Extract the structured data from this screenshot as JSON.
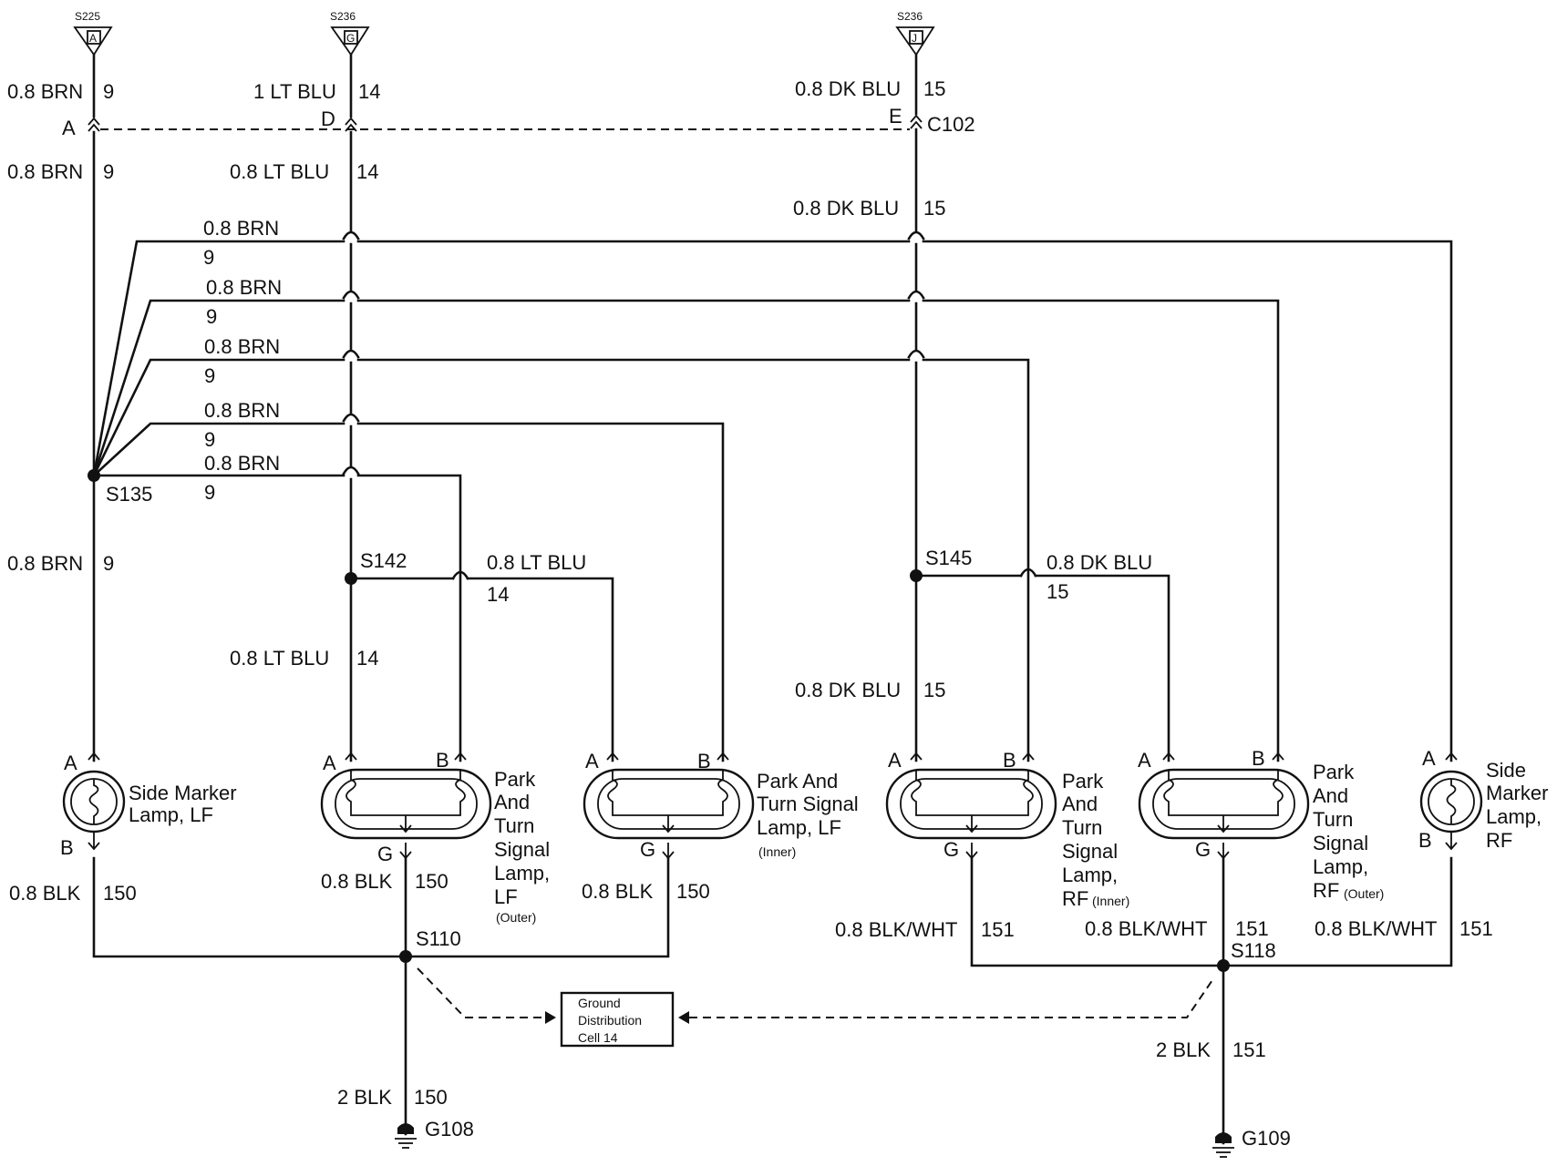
{
  "connectors": {
    "s225": {
      "name": "S225",
      "pin": "A"
    },
    "s236_g": {
      "name": "S236",
      "pin": "G"
    },
    "s236_j": {
      "name": "S236",
      "pin": "J"
    },
    "c102": "C102",
    "c102_pins": {
      "a": "A",
      "d": "D",
      "e": "E"
    }
  },
  "wires": {
    "brn_top": {
      "gauge": "0.8 BRN",
      "circuit": "9"
    },
    "brn_mid": {
      "gauge": "0.8 BRN",
      "circuit": "9"
    },
    "ltblu_top": {
      "gauge": "1 LT BLU",
      "circuit": "14"
    },
    "ltblu_mid": {
      "gauge": "0.8 LT BLU",
      "circuit": "14"
    },
    "dkblu_top": {
      "gauge": "0.8 DK BLU",
      "circuit": "15"
    },
    "dkblu_mid": {
      "gauge": "0.8 DK BLU",
      "circuit": "15"
    },
    "brn_run1": {
      "gauge": "0.8 BRN",
      "circuit": "9"
    },
    "brn_run2": {
      "gauge": "0.8 BRN",
      "circuit": "9"
    },
    "brn_run3": {
      "gauge": "0.8 BRN",
      "circuit": "9"
    },
    "brn_run4": {
      "gauge": "0.8 BRN",
      "circuit": "9"
    },
    "brn_run5": {
      "gauge": "0.8 BRN",
      "circuit": "9"
    },
    "brn_low": {
      "gauge": "0.8 BRN",
      "circuit": "9"
    },
    "ltblu_branch": {
      "gauge": "0.8 LT BLU",
      "circuit": "14"
    },
    "ltblu_low": {
      "gauge": "0.8 LT BLU",
      "circuit": "14"
    },
    "dkblu_branch": {
      "gauge": "0.8 DK BLU",
      "circuit": "15"
    },
    "dkblu_low": {
      "gauge": "0.8 DK BLU",
      "circuit": "15"
    },
    "blk_side_lf": {
      "gauge": "0.8 BLK",
      "circuit": "150"
    },
    "blk_outer_lf": {
      "gauge": "0.8 BLK",
      "circuit": "150"
    },
    "blk_inner_lf": {
      "gauge": "0.8 BLK",
      "circuit": "150"
    },
    "blk_g108": {
      "gauge": "2 BLK",
      "circuit": "150"
    },
    "blkwht_inner_rf": {
      "gauge": "0.8 BLK/WHT",
      "circuit": "151"
    },
    "blkwht_outer_rf": {
      "gauge": "0.8 BLK/WHT",
      "circuit": "151"
    },
    "blkwht_side_rf": {
      "gauge": "0.8 BLK/WHT",
      "circuit": "151"
    },
    "blk_g109": {
      "gauge": "2 BLK",
      "circuit": "151"
    }
  },
  "splices": {
    "s135": "S135",
    "s142": "S142",
    "s145": "S145",
    "s110": "S110",
    "s118": "S118"
  },
  "grounds": {
    "g108": "G108",
    "g109": "G109"
  },
  "ground_cell": {
    "line1": "Ground",
    "line2": "Distribution",
    "line3": "Cell 14"
  },
  "pins": {
    "a": "A",
    "b": "B",
    "g": "G"
  },
  "components": {
    "side_marker_lf": {
      "lines": [
        "Side Marker",
        "Lamp, LF"
      ]
    },
    "park_turn_lf_outer": {
      "lines": [
        "Park",
        "And",
        "Turn",
        "Signal",
        "Lamp,",
        "LF"
      ],
      "qualifier": "(Outer)"
    },
    "park_turn_lf_inner": {
      "lines": [
        "Park And",
        "Turn Signal",
        "Lamp, LF"
      ],
      "qualifier": "(Inner)"
    },
    "park_turn_rf_inner": {
      "lines": [
        "Park",
        "And",
        "Turn",
        "Signal",
        "Lamp,",
        "RF"
      ],
      "qualifier": "(Inner)"
    },
    "park_turn_rf_outer": {
      "lines": [
        "Park",
        "And",
        "Turn",
        "Signal",
        "Lamp,",
        "RF"
      ],
      "qualifier": "(Outer)"
    },
    "side_marker_rf": {
      "lines": [
        "Side",
        "Marker",
        "Lamp,",
        "RF"
      ]
    }
  }
}
